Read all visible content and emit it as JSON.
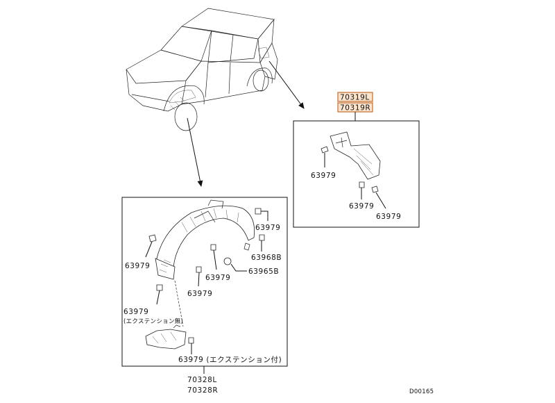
{
  "labels": {
    "rear_liner_left": "70319L",
    "rear_liner_right": "70319R",
    "front_liner_left": "70328L",
    "front_liner_right": "70328R",
    "clip": "63979",
    "clip_without_extension": "63979\n(エクステンション無)",
    "clip_with_extension": "63979 (エクステンション付)",
    "screw_a": "63968B",
    "screw_b": "63965B",
    "diagram_code": "D00165"
  },
  "colors": {
    "highlight_fill": "#fbe3cc",
    "highlight_stroke": "#c9763a",
    "line": "#111111"
  }
}
